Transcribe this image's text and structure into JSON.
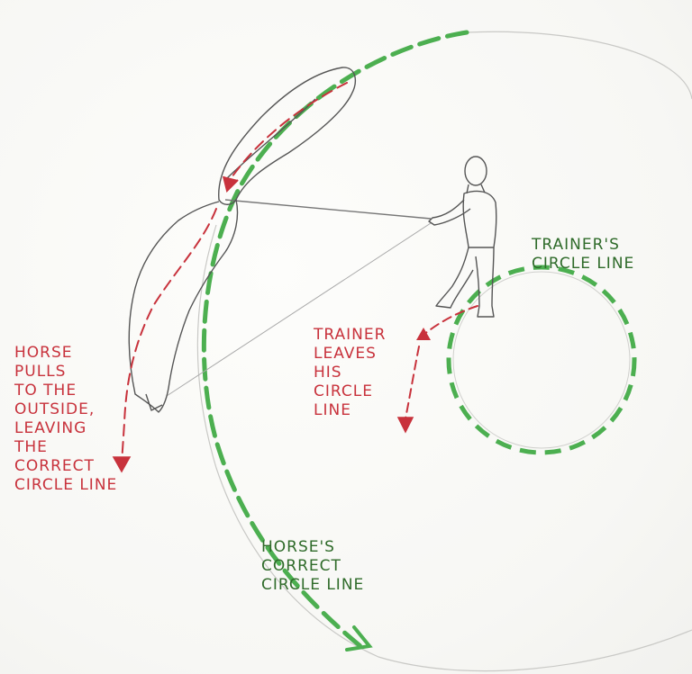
{
  "colors": {
    "red_ink": "#c8323c",
    "green_ink": "#2f6b2a",
    "green_dash": "#4caf50",
    "pencil": "#555555"
  },
  "labels": {
    "horse_pulls": "HORSE\nPULLS\nTO THE\nOUTSIDE,\nLEAVING\nTHE\nCORRECT\nCIRCLE LINE",
    "trainer_leaves": "TRAINER\nLEAVES\nHIS\nCIRCLE\nLINE",
    "trainers_circle": "TRAINER'S\nCIRCLE LINE",
    "horses_circle": "HORSE'S\nCORRECT\nCIRCLE LINE"
  }
}
